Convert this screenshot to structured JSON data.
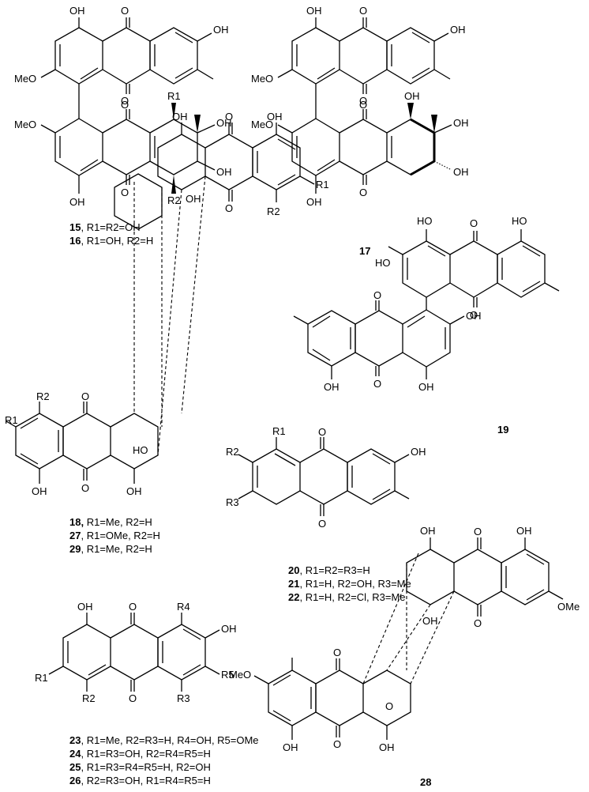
{
  "atoms": {
    "OH": "OH",
    "HO": "HO",
    "O": "O",
    "MeO": "MeO",
    "OMe": "OMe",
    "R1": "R1",
    "R2": "R2",
    "R3": "R3",
    "R4": "R4",
    "R5": "R5"
  },
  "compounds": {
    "c15": {
      "number": "15",
      "label": "R1=R2=OH"
    },
    "c16": {
      "number": "16",
      "label": "R1=OH, R2=H"
    },
    "c17": {
      "number": "17"
    },
    "c18": {
      "number": "18,",
      "label": "R1=Me, R2=H"
    },
    "c27": {
      "number": "27",
      "label": "R1=OMe, R2=H"
    },
    "c29": {
      "number": "29",
      "label": "R1=Me, R2=H"
    },
    "c19": {
      "number": "19"
    },
    "c20": {
      "number": "20",
      "label": "R1=R2=R3=H"
    },
    "c21": {
      "number": "21",
      "label": "R1=H, R2=OH, R3=Me"
    },
    "c22": {
      "number": "22",
      "label": "R1=H, R2=Cl, R3=Me"
    },
    "c23": {
      "number": "23",
      "label": "R1=Me, R2=R3=H, R4=OH, R5=OMe"
    },
    "c24": {
      "number": "24",
      "label": "R1=R3=OH, R2=R4=R5=H"
    },
    "c25": {
      "number": "25",
      "label": "R1=R3=R4=R5=H,  R2=OH"
    },
    "c26": {
      "number": "26",
      "label": "R2=R3=OH, R1=R4=R5=H"
    },
    "c28": {
      "number": "28"
    }
  }
}
